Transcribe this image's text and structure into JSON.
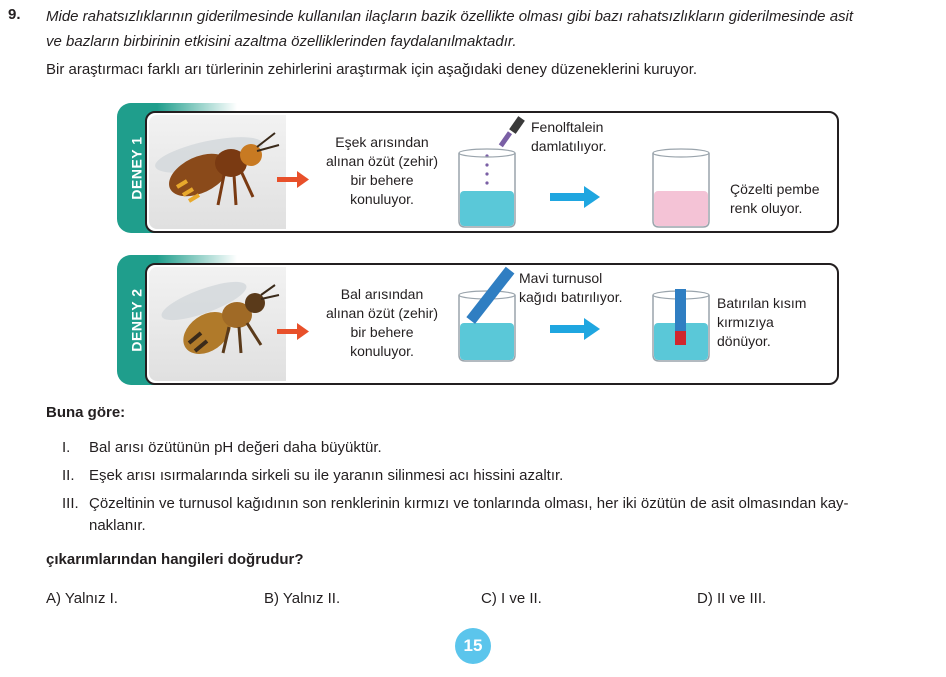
{
  "question": {
    "number": "9.",
    "intro_line1": "Mide rahatsızlıklarının giderilmesinde kullanılan ilaçların bazik özellikte olması gibi bazı rahatsızlıkların giderilmesinde asit",
    "intro_line2": "ve bazların birbirinin etkisini azaltma özelliklerinden faydalanılmaktadır.",
    "setup": "Bir araştırmacı farklı arı türlerinin zehirlerini araştırmak için aşağıdaki deney düzeneklerini kuruyor."
  },
  "experiments": [
    {
      "label": "DENEY 1",
      "step1": [
        "Eşek arısından",
        "alınan özüt (zehir)",
        "bir behere",
        "konuluyor."
      ],
      "step2": [
        "Fenolftalein",
        "damlatılıyor."
      ],
      "result": [
        "Çözelti pembe",
        "renk oluyor."
      ],
      "colors": {
        "liquid": "#5ac8d8",
        "result_liquid": "#f4c3d6",
        "dropper": "#7a5fa5"
      }
    },
    {
      "label": "DENEY 2",
      "step1": [
        "Bal arısından",
        "alınan özüt (zehir)",
        "bir behere",
        "konuluyor."
      ],
      "step2": [
        "Mavi turnusol",
        "kağıdı batırılıyor."
      ],
      "result": [
        "Batırılan kısım",
        "kırmızıya",
        "dönüyor."
      ],
      "colors": {
        "liquid": "#5ac8d8",
        "paper": "#2f7ec2",
        "paper_red": "#d0262d"
      }
    }
  ],
  "prompt_label": "Buna göre:",
  "statements": [
    {
      "num": "I.",
      "text": "Bal arısı özütünün pH değeri daha büyüktür."
    },
    {
      "num": "II.",
      "text": "Eşek arısı ısırmalarında sirkeli su ile yaranın silinmesi acı hissini azaltır."
    },
    {
      "num": "III.",
      "text": "Çözeltinin ve turnusol kağıdının son renklerinin kırmızı ve tonlarında olması, her iki özütün de asit olmasından kay-",
      "text2": "naklanır."
    }
  ],
  "question_text": "çıkarımlarından hangileri doğrudur?",
  "options": [
    "A) Yalnız I.",
    "B) Yalnız II.",
    "C) I ve II.",
    "D) II ve III."
  ],
  "page_number": "15",
  "colors": {
    "tab": "#1f9e8c",
    "arrow_orange": "#e8502a",
    "arrow_blue": "#1fa6e0",
    "page_badge": "#5bc5ec"
  }
}
